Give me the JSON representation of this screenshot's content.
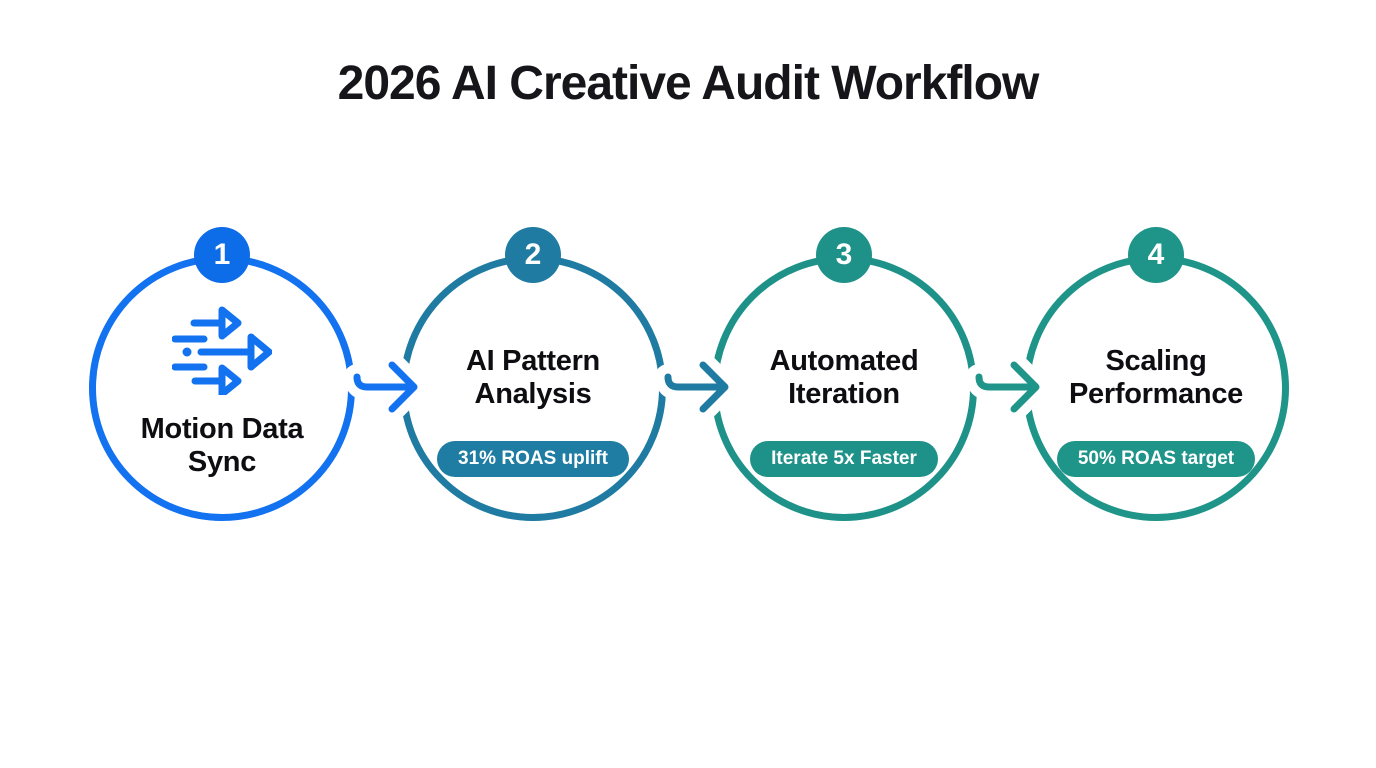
{
  "title": "2026 AI Creative Audit Workflow",
  "steps": [
    {
      "number": "1",
      "title_line1": "Motion Data",
      "title_line2": "Sync",
      "icon": "motion-data-sync-icon",
      "color": "#1272ef"
    },
    {
      "number": "2",
      "title_line1": "AI Pattern",
      "title_line2": "Analysis",
      "metric": "31% ROAS uplift",
      "color": "#1f7ba2"
    },
    {
      "number": "3",
      "title_line1": "Automated",
      "title_line2": "Iteration",
      "metric": "Iterate 5x Faster",
      "color": "#1e9289"
    },
    {
      "number": "4",
      "title_line1": "Scaling",
      "title_line2": "Performance",
      "metric": "50% ROAS target",
      "color": "#1f9489"
    }
  ],
  "colors": {
    "background": "#ffffff",
    "title_text": "#15151a",
    "step_text": "#0d0d12",
    "badge_text": "#ffffff",
    "step1_blue": "#1272ef",
    "step2_teal_blue": "#1f7ba2",
    "step3_teal": "#1e9289",
    "step4_teal": "#1f9489"
  }
}
